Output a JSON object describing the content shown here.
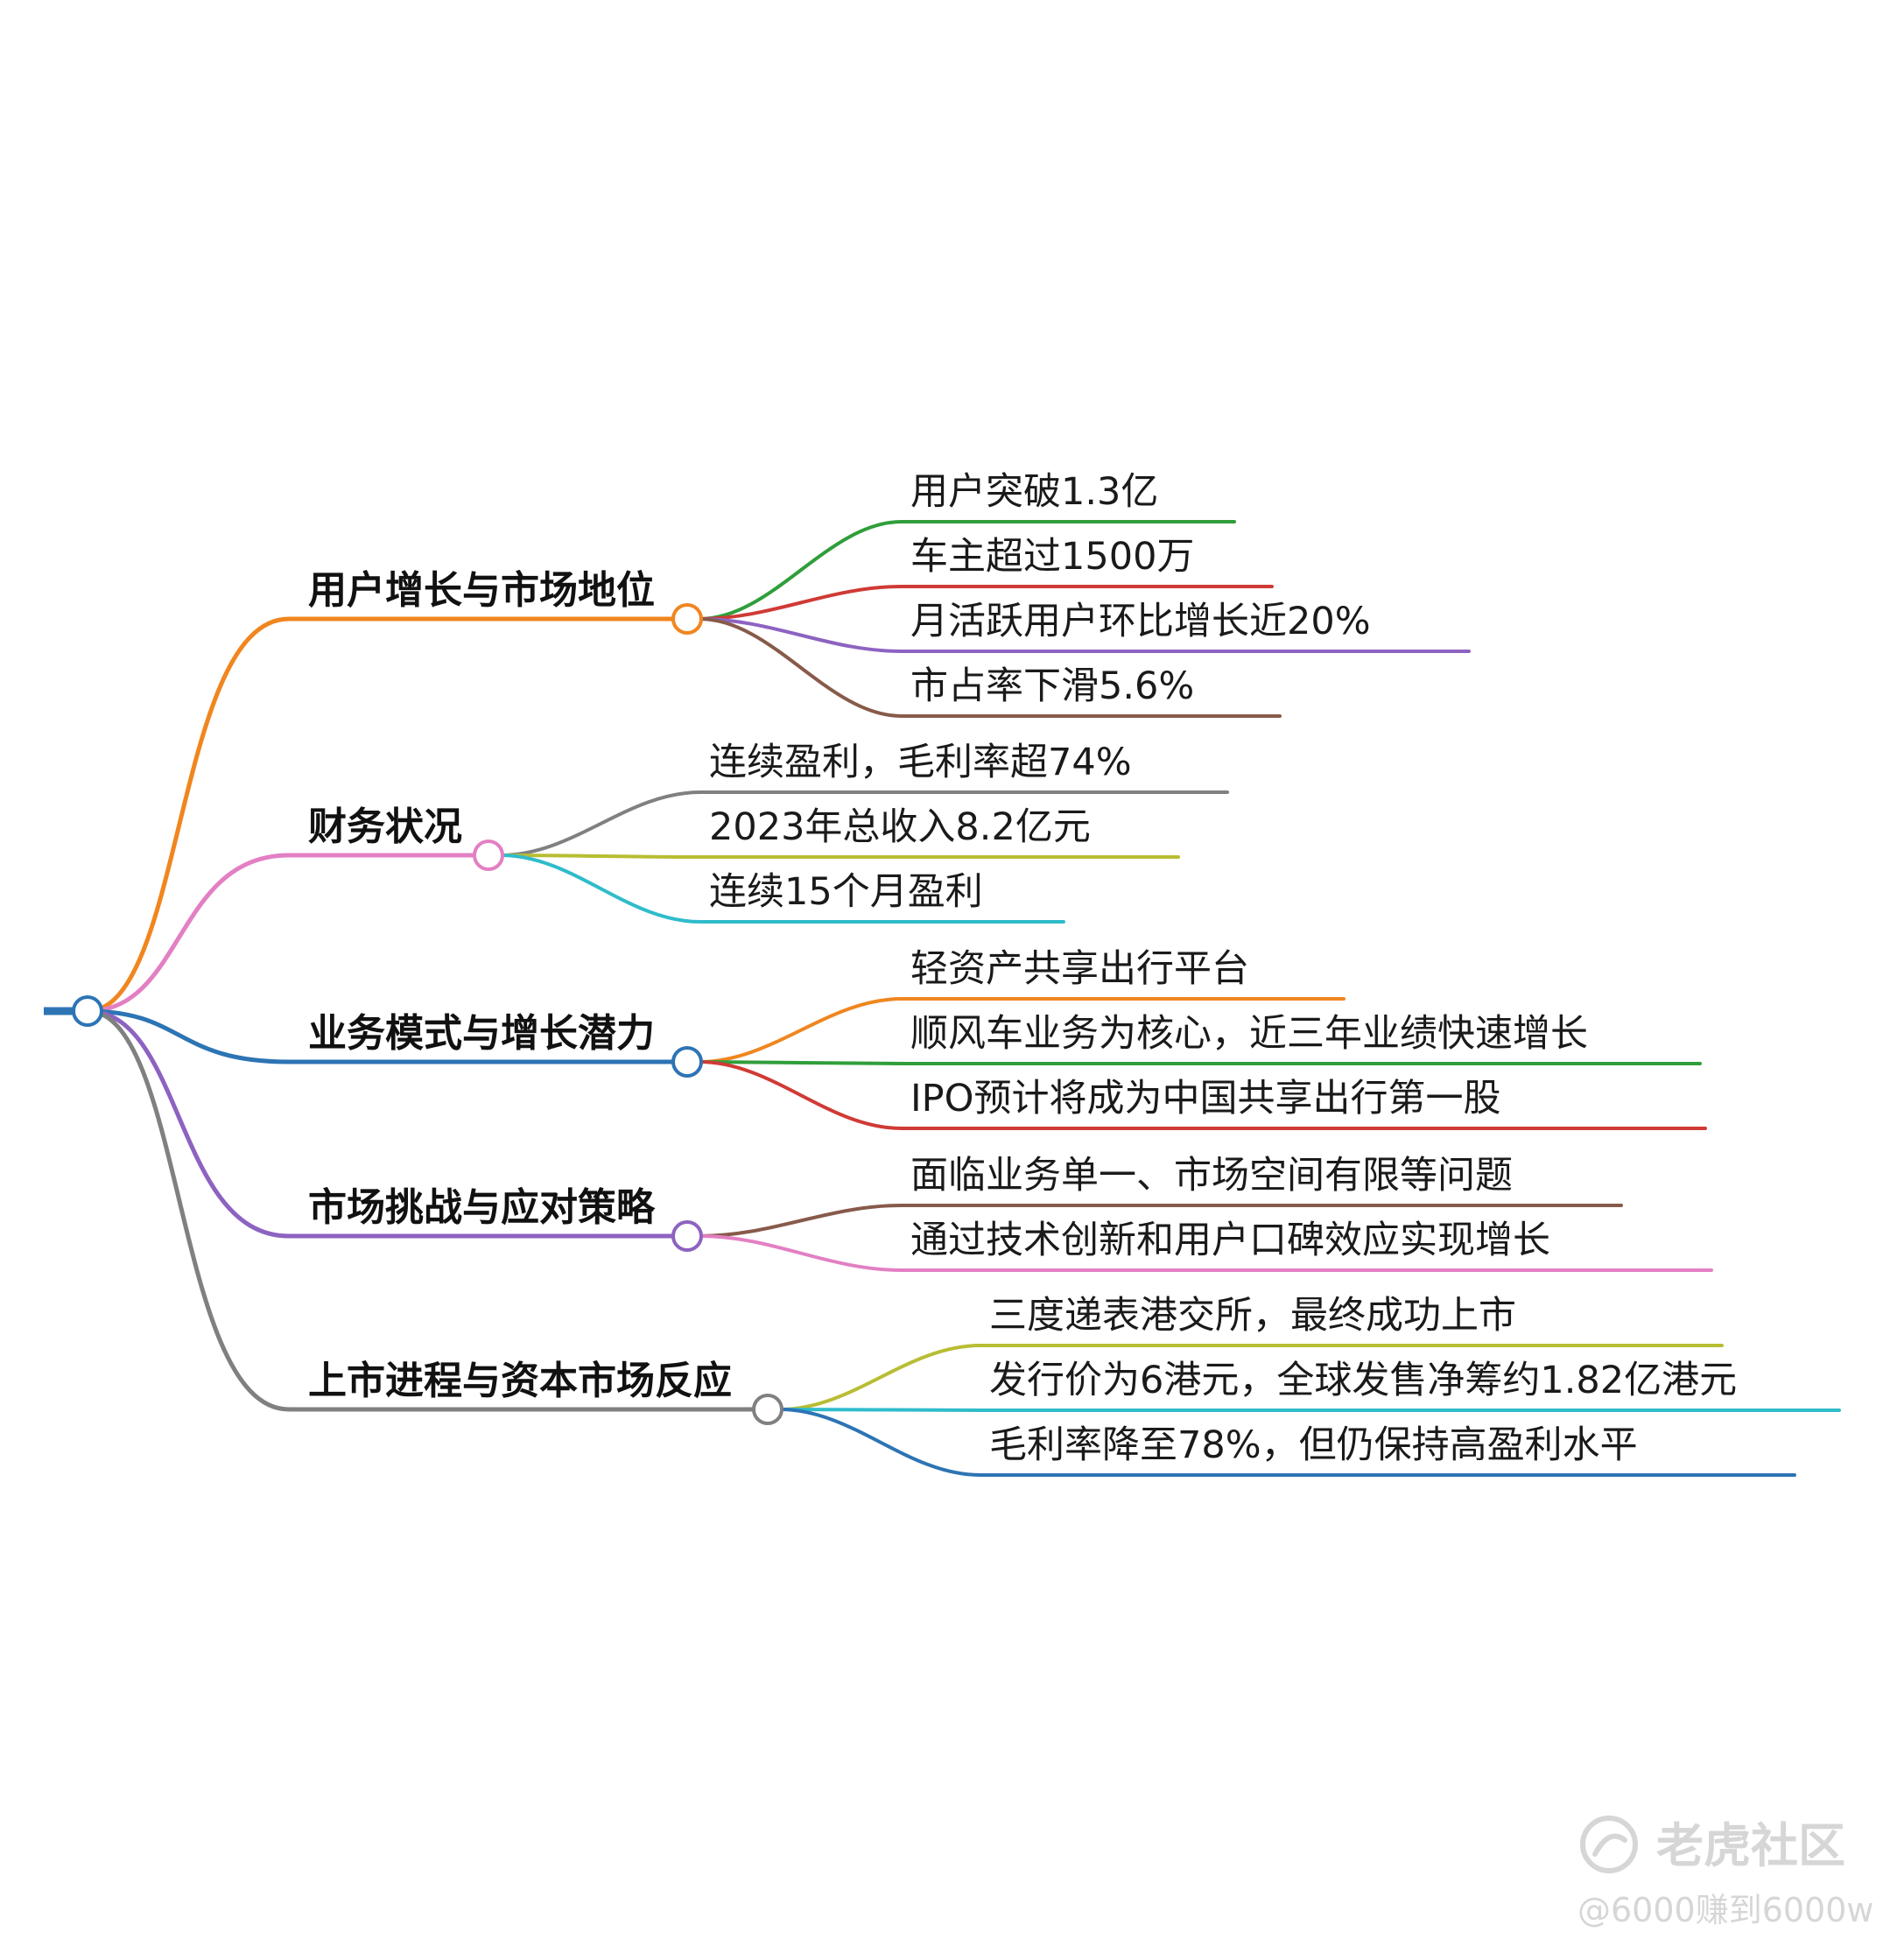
{
  "mindmap": {
    "branches": [
      {
        "label": "用户增长与市场地位",
        "color": "#f0861f",
        "children": [
          {
            "label": "用户突破1.3亿",
            "color": "#2f9e3a"
          },
          {
            "label": "车主超过1500万",
            "color": "#d03a35"
          },
          {
            "label": "月活跃用户环比增长近20%",
            "color": "#8d63c1"
          },
          {
            "label": "市占率下滑5.6%",
            "color": "#875a4a"
          }
        ]
      },
      {
        "label": "财务状况",
        "color": "#e37fc3",
        "children": [
          {
            "label": "连续盈利，毛利率超74%",
            "color": "#808080"
          },
          {
            "label": "2023年总收入8.2亿元",
            "color": "#b8bd33"
          },
          {
            "label": "连续15个月盈利",
            "color": "#2fbccb"
          }
        ]
      },
      {
        "label": "业务模式与增长潜力",
        "color": "#2d74b4",
        "children": [
          {
            "label": "轻资产共享出行平台",
            "color": "#f0861f"
          },
          {
            "label": "顺风车业务为核心，近三年业绩快速增长",
            "color": "#2f9e3a"
          },
          {
            "label": "IPO预计将成为中国共享出行第一股",
            "color": "#d03a35"
          }
        ]
      },
      {
        "label": "市场挑战与应对策略",
        "color": "#8d63c1",
        "children": [
          {
            "label": "面临业务单一、市场空间有限等问题",
            "color": "#875a4a"
          },
          {
            "label": "通过技术创新和用户口碑效应实现增长",
            "color": "#e37fc3"
          }
        ]
      },
      {
        "label": "上市进程与资本市场反应",
        "color": "#808080",
        "children": [
          {
            "label": "三度递表港交所，最终成功上市",
            "color": "#b8bd33"
          },
          {
            "label": "发行价为6港元，全球发售净筹约1.82亿港元",
            "color": "#2fbccb"
          },
          {
            "label": "毛利率降至78%，但仍保持高盈利水平",
            "color": "#2d74b4"
          }
        ]
      }
    ]
  },
  "watermark": {
    "title": "老虎社区",
    "user": "@6000赚到6000w"
  },
  "colors": {
    "root": "#2d74b4",
    "node_fill": "#ffffff"
  }
}
